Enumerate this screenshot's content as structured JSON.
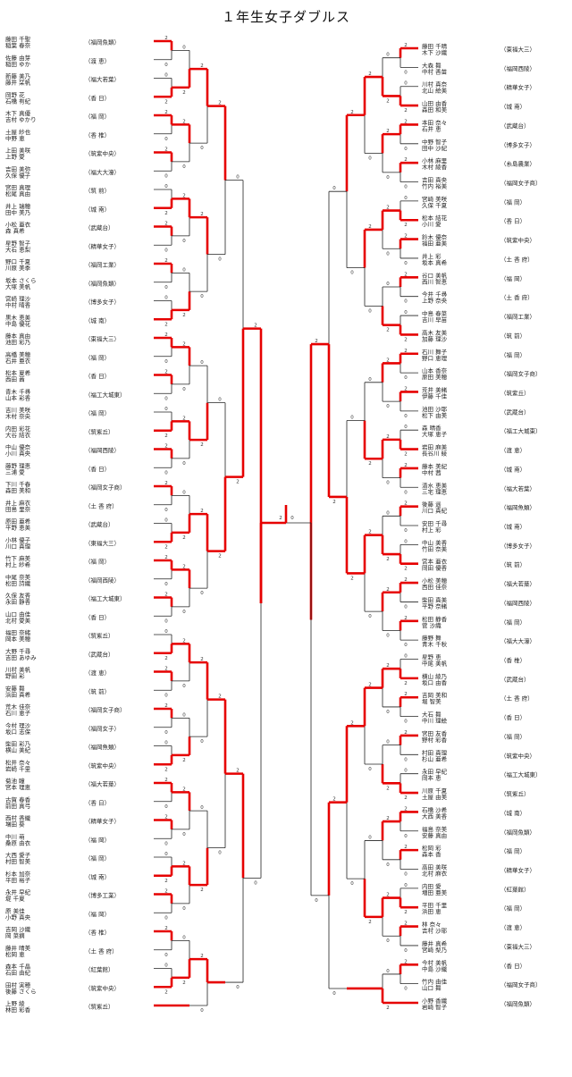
{
  "title": "１年生女子ダブルス",
  "colors": {
    "winner_line": "#e60000",
    "loser_line": "#222222"
  },
  "left_entries": [
    [
      "藤田 千聖",
      "稲葉 春奈",
      "（福岡魚類）"
    ],
    [
      "佐藤 由芽",
      "稲田 ゆか",
      "（渡 恵）"
    ],
    [
      "新藤 美乃",
      "藤井 栞帆",
      "（福大若葉）"
    ],
    [
      "岡野 花",
      "石橋 有紀",
      "（香 日）"
    ],
    [
      "木下 真優",
      "吉村 ゆかり",
      "（福 岡）"
    ],
    [
      "土屋 紗也",
      "中野 恵",
      "（香 椎）"
    ],
    [
      "上田 美咲",
      "上野 愛",
      "（筑紫中央）"
    ],
    [
      "吉田 美弥",
      "久保 優子",
      "（福大大濠）"
    ],
    [
      "宮田 真理",
      "松尾 真由",
      "（筑 前）"
    ],
    [
      "井上 瑞穂",
      "田中 美乃",
      "（城 南）"
    ],
    [
      "小松 亜衣",
      "森 真希",
      "（武蔵台）"
    ],
    [
      "星野 智子",
      "大石 恵梨",
      "（精華女子）"
    ],
    [
      "野口 千夏",
      "川原 美季",
      "（福岡工業）"
    ],
    [
      "坂本 さくら",
      "大塚 美帆",
      "（福岡魚類）"
    ],
    [
      "宮崎 理沙",
      "中村 晴香",
      "（博多女子）"
    ],
    [
      "黒木 恵美",
      "中島 優花",
      "（城 南）"
    ],
    [
      "藤本 真由",
      "池田 彩乃",
      "（東福大三）"
    ],
    [
      "高橋 美穂",
      "石井 亜衣",
      "（福 岡）"
    ],
    [
      "松本 夏希",
      "西田 茜",
      "（香 日）"
    ],
    [
      "青木 千尋",
      "山本 彩香",
      "（福工大城東）"
    ],
    [
      "吉川 美咲",
      "木村 奈央",
      "（福 岡）"
    ],
    [
      "内田 彩花",
      "大谷 結衣",
      "（筑紫丘）"
    ],
    [
      "中山 優奈",
      "小川 真央",
      "（福岡西陵）"
    ],
    [
      "藤野 理恵",
      "三浦 愛",
      "（香 日）"
    ],
    [
      "下川 千春",
      "森田 美和",
      "（福岡女子商）"
    ],
    [
      "井上 麻衣",
      "田島 里奈",
      "（土 香 府）"
    ],
    [
      "原田 亜希",
      "平野 恵美",
      "（武蔵台）"
    ],
    [
      "小林 優子",
      "川口 真理",
      "（東福大三）"
    ],
    [
      "竹下 麻美",
      "村上 紗希",
      "（福 岡）"
    ],
    [
      "中尾 奈美",
      "松田 詩織",
      "（福岡西陵）"
    ],
    [
      "久保 友香",
      "永田 静香",
      "（福工大城東）"
    ],
    [
      "山口 由佳",
      "北村 愛美",
      "（香 日）"
    ],
    [
      "福田 奈緒",
      "岡本 美穂",
      "（筑紫丘）"
    ],
    [
      "大野 千尋",
      "吉田 あゆみ",
      "（武蔵台）"
    ],
    [
      "川村 美帆",
      "野田 彩",
      "（渡 恵）"
    ],
    [
      "安藤 舞",
      "浜田 真希",
      "（筑 前）"
    ],
    [
      "荒木 佳奈",
      "石川 恵子",
      "（福岡女子商）"
    ],
    [
      "今村 理沙",
      "坂口 志保",
      "（福岡女子）"
    ],
    [
      "柴田 彩乃",
      "横山 美紀",
      "（福岡魚類）"
    ],
    [
      "松井 奈々",
      "岩崎 千里",
      "（筑紫中央）"
    ],
    [
      "菊池 瞳",
      "宮本 理恵",
      "（福大若葉）"
    ],
    [
      "古賀 春香",
      "前田 真弓",
      "（香 日）"
    ],
    [
      "西村 香織",
      "増田 葵",
      "（精華女子）"
    ],
    [
      "中川 萌",
      "桑原 由衣",
      "（福 岡）"
    ],
    [
      "大西 愛子",
      "村田 智美",
      "（福 岡）"
    ],
    [
      "杉本 加奈",
      "平田 裕子",
      "（城 南）"
    ],
    [
      "永井 早紀",
      "堤 千夏",
      "（博多工業）"
    ],
    [
      "原 美佳",
      "小野 真央",
      "（福 岡）"
    ],
    [
      "吉岡 沙織",
      "岡 菜摘",
      "（香 椎）"
    ],
    [
      "藤井 晴美",
      "松岡 恵",
      "（土 香 府）"
    ],
    [
      "森本 千晶",
      "石田 由紀",
      "（紅葉館）"
    ],
    [
      "田村 実穂",
      "後藤 さくら",
      "（筑紫中央）"
    ],
    [
      "上野 綾",
      "林田 彩香",
      "（筑紫丘）"
    ]
  ],
  "right_entries": [
    [
      "藤田 千晴",
      "木下 沙織",
      "（東福大三）"
    ],
    [
      "大森 舞",
      "中村 香苗",
      "（福岡西陵）"
    ],
    [
      "川村 真奈",
      "北山 絵美",
      "（精華女子）"
    ],
    [
      "山田 由香",
      "森田 和美",
      "（城 南）"
    ],
    [
      "本田 奈々",
      "石井 恵",
      "（武蔵台）"
    ],
    [
      "中野 智子",
      "田中 沙紀",
      "（博多女子）"
    ],
    [
      "小林 麻里",
      "木村 綾香",
      "（糸島農業）"
    ],
    [
      "吉田 真央",
      "竹内 裕美",
      "（福岡女子商）"
    ],
    [
      "宮崎 美咲",
      "久保 千夏",
      "（福 岡）"
    ],
    [
      "松本 結花",
      "小川 愛",
      "（香 日）"
    ],
    [
      "鈴木 優奈",
      "福田 亜美",
      "（筑紫中央）"
    ],
    [
      "井上 彩",
      "坂本 真希",
      "（土 香 府）"
    ],
    [
      "谷口 美帆",
      "西川 智恵",
      "（福 岡）"
    ],
    [
      "今井 千尋",
      "上野 奈央",
      "（土 香 府）"
    ],
    [
      "中島 春菜",
      "吉川 早苗",
      "（福岡工業）"
    ],
    [
      "高木 友美",
      "加藤 理沙",
      "（筑 前）"
    ],
    [
      "石川 舞子",
      "野口 恵理",
      "（福 岡）"
    ],
    [
      "山本 香奈",
      "原田 美穂",
      "（福岡女子商）"
    ],
    [
      "荒井 美緒",
      "伊藤 千佳",
      "（筑紫丘）"
    ],
    [
      "池田 沙耶",
      "松下 由美",
      "（武蔵台）"
    ],
    [
      "森 晴香",
      "大塚 恵子",
      "（福工大城東）"
    ],
    [
      "岩田 麻美",
      "長谷川 綾",
      "（渡 恵）"
    ],
    [
      "藤本 美紀",
      "中村 茜",
      "（城 南）"
    ],
    [
      "清水 恵美",
      "三宅 理恵",
      "（福大若葉）"
    ],
    [
      "後藤 遥",
      "川口 真紀",
      "（福岡魚類）"
    ],
    [
      "安田 千尋",
      "村上 彩",
      "（城 南）"
    ],
    [
      "中山 美香",
      "竹田 奈美",
      "（博多女子）"
    ],
    [
      "宮本 亜衣",
      "岡田 優香",
      "（筑 前）"
    ],
    [
      "小松 美穂",
      "西田 佳奈",
      "（福大若葉）"
    ],
    [
      "柴田 真美",
      "平野 奈緒",
      "（福岡西陵）"
    ],
    [
      "松田 静香",
      "菅 沙織",
      "（福 岡）"
    ],
    [
      "藤野 舞",
      "青木 千秋",
      "（福大大濠）"
    ],
    [
      "星野 恵",
      "中尾 美帆",
      "（香 椎）"
    ],
    [
      "横山 綾乃",
      "坂口 由香",
      "（武蔵台）"
    ],
    [
      "吉岡 美和",
      "堀 智美",
      "（土 香 府）"
    ],
    [
      "大石 舞",
      "中川 理絵",
      "（香 日）"
    ],
    [
      "宮田 友香",
      "野村 彩香",
      "（福 岡）"
    ],
    [
      "村田 真理",
      "杉山 亜希",
      "（筑紫中央）"
    ],
    [
      "永田 早紀",
      "岡本 恵",
      "（福工大城東）"
    ],
    [
      "川原 千夏",
      "土屋 由美",
      "（筑紫丘）"
    ],
    [
      "石橋 沙希",
      "大西 美香",
      "（城 南）"
    ],
    [
      "福島 奈美",
      "安藤 真由",
      "（福岡魚類）"
    ],
    [
      "松岡 彩",
      "森本 香",
      "（福 岡）"
    ],
    [
      "高田 美咲",
      "北村 麻衣",
      "（精華女子）"
    ],
    [
      "内田 愛",
      "増田 亜美",
      "（紅葉館）"
    ],
    [
      "平田 千里",
      "浜田 恵",
      "（福 岡）"
    ],
    [
      "林 奈々",
      "吉村 沙耶",
      "（渡 恵）"
    ],
    [
      "藤井 真希",
      "宮崎 梨乃",
      "（東福大三）"
    ],
    [
      "今村 美帆",
      "中島 沙織",
      "（香 日）"
    ],
    [
      "竹内 由佳",
      "山口 舞",
      "（福岡女子商）"
    ],
    [
      "小野 香織",
      "岩崎 智子",
      "（福岡魚類）"
    ]
  ],
  "left_r1_scores": [
    [
      "",
      "0"
    ],
    [
      "",
      ""
    ],
    [
      "",
      "0"
    ],
    [
      "",
      ""
    ],
    [
      "",
      "0"
    ],
    [
      "",
      ""
    ],
    [
      "",
      ""
    ],
    [
      "",
      ""
    ],
    [
      "",
      "0"
    ],
    [
      "",
      ""
    ],
    [
      "",
      ""
    ],
    [
      "",
      ""
    ],
    [
      "",
      "0"
    ],
    [
      "",
      ""
    ],
    [
      "",
      ""
    ],
    [
      "",
      ""
    ],
    [
      "",
      ""
    ],
    [
      "",
      ""
    ],
    [
      "",
      ""
    ],
    [
      "",
      ""
    ],
    [
      "",
      "0"
    ],
    [
      "",
      ""
    ],
    [
      "",
      "0"
    ],
    [
      "",
      ""
    ],
    [
      "",
      ""
    ],
    [
      "",
      ""
    ],
    [
      "",
      ""
    ]
  ],
  "center": {
    "left_final_score": "2",
    "right_final_score": "0"
  }
}
